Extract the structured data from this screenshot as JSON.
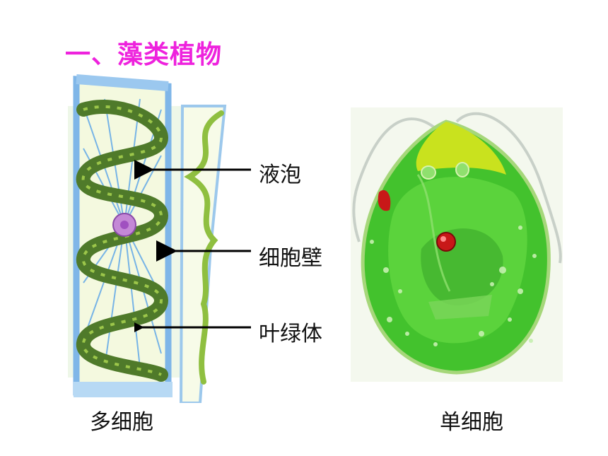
{
  "title": "一、藻类植物",
  "labels": {
    "vacuole": "液泡",
    "cell_wall": "细胞壁",
    "chloroplast": "叶绿体"
  },
  "captions": {
    "multicellular": "多细胞",
    "unicellular": "单细胞"
  },
  "colors": {
    "title": "#ee22dd",
    "cell_wall": "#7fb6e8",
    "chloroplast": "#4f7a2a",
    "algae_green": "#3fbf2a",
    "eyespot": "#c81818"
  }
}
